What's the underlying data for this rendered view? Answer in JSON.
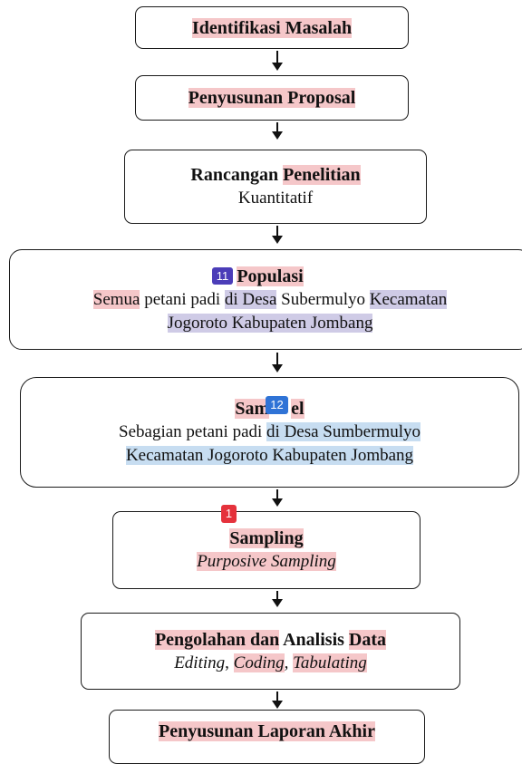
{
  "flowchart": {
    "steps": [
      {
        "title_parts": [
          "Identifikasi Masalah"
        ]
      },
      {
        "title_parts": [
          "Penyusunan Proposal"
        ]
      },
      {
        "title_parts": [
          "Rancangan ",
          "Penelitian"
        ],
        "desc_parts": [
          "Kuantitatif"
        ]
      },
      {
        "title_parts": [
          "Populasi"
        ],
        "desc_line1": [
          "Semua",
          " petani padi ",
          "di Desa",
          " Subermulyo ",
          "Kecamatan"
        ],
        "desc_line2": [
          "Jogoroto Kabupaten Jombang"
        ]
      },
      {
        "title_parts": [
          "Sam",
          "el"
        ],
        "desc_line1": [
          "Sebagian petani padi ",
          "di Desa Sumbermulyo"
        ],
        "desc_line2": [
          "Kecamatan Jogoroto Kabupaten Jombang"
        ]
      },
      {
        "title_parts": [
          "Sampling"
        ],
        "desc_parts": [
          "Purposive Sampling"
        ]
      },
      {
        "title_parts": [
          "Pengolahan dan",
          " Analisis ",
          "Data"
        ],
        "desc_parts": [
          "Editing",
          ", ",
          "Coding",
          ", ",
          "Tabulating"
        ]
      },
      {
        "title_parts": [
          "Penyusunan Laporan Akhir"
        ]
      }
    ]
  },
  "badges": {
    "populasi": "11",
    "sampel": "12",
    "sampling": "1"
  },
  "colors": {
    "pink_highlight": "#f5c7c9",
    "lavender_highlight": "#cfcbe6",
    "blue_highlight": "#c7ddf1",
    "badge_purple": "#4b3db8",
    "badge_blue": "#2f73d6",
    "badge_red": "#e5323c"
  }
}
